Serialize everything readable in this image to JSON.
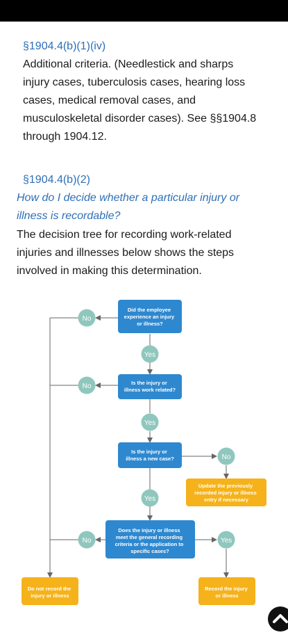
{
  "section1": {
    "ref": "§1904.4(b)(1)(iv)",
    "lines": [
      "Additional criteria. (Needlestick and sharps",
      "injury cases, tuberculosis cases, hearing loss",
      "cases, medical removal cases, and",
      "musculoskeletal disorder cases). See §§1904.8",
      "through 1904.12."
    ]
  },
  "section2": {
    "ref": "§1904.4(b)(2)",
    "question_lines": [
      "How do I decide whether a particular injury or",
      "illness is recordable?"
    ],
    "body_lines": [
      "The decision tree for recording work-related",
      "injuries and illnesses below shows the steps",
      "involved in making this determination."
    ]
  },
  "flowchart": {
    "q1": [
      "Did the employee",
      "experience an injury",
      "or illness?"
    ],
    "q2": [
      "Is the injury or",
      "illness work related?"
    ],
    "q3": [
      "Is the injury or",
      "illness a new case?"
    ],
    "q4": [
      "Does the injury or illness",
      "meet the general recording",
      "criteria or the application to",
      "specific cases?"
    ],
    "yes": "Yes",
    "no": "No",
    "update": [
      "Update the previously",
      "recorded injury or illness",
      "entry if necessary"
    ],
    "do_not_record": [
      "Do not record the",
      "injury or illness"
    ],
    "record": [
      "Record the injury",
      "or illness"
    ]
  },
  "colors": {
    "question": "#2e88cf",
    "circle": "#8fc7be",
    "outcome": "#f5b21a",
    "line": "#666666"
  }
}
